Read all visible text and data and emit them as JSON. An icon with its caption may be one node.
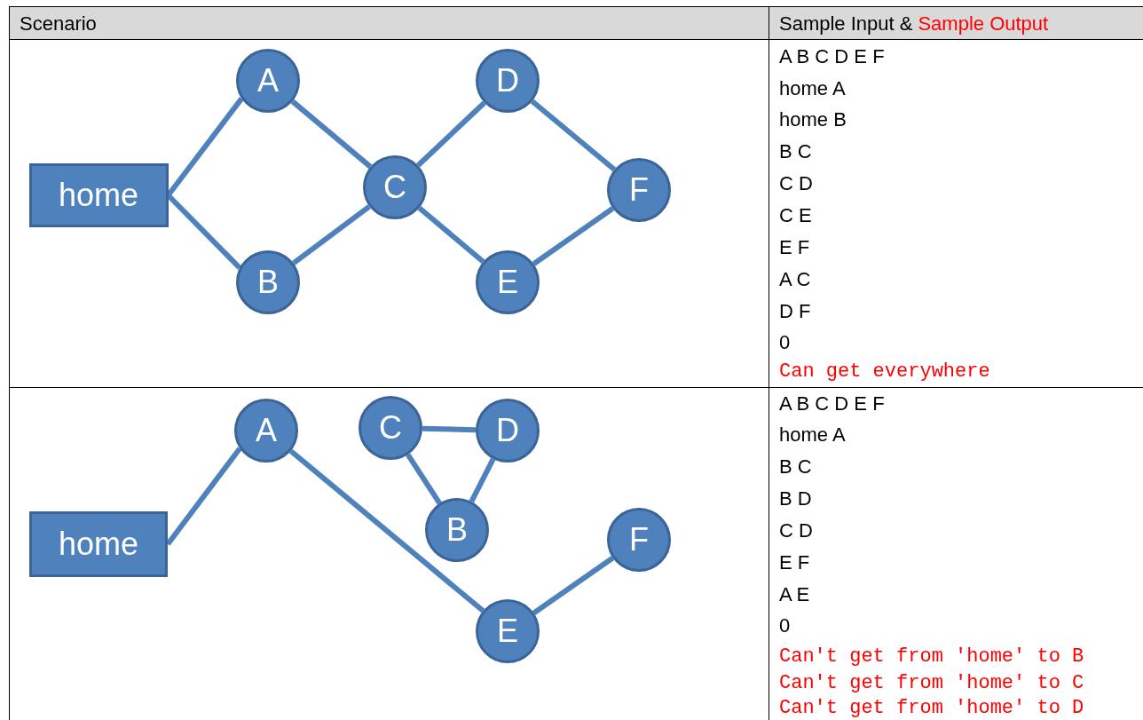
{
  "diagram": {
    "nodes": [
      {
        "text": [
          "home"
        ]
      },
      {
        "text": [
          "A"
        ]
      },
      {
        "text": [
          "B"
        ]
      },
      {
        "text": [
          "C"
        ]
      },
      {
        "text": [
          "D"
        ]
      },
      {
        "text": [
          "E"
        ]
      },
      {
        "text": [
          "F"
        ]
      },
      {
        "text": [
          "home"
        ]
      },
      {
        "text": [
          "A"
        ]
      },
      {
        "text": [
          "C"
        ]
      },
      {
        "text": [
          "D"
        ]
      },
      {
        "text": [
          "B"
        ]
      },
      {
        "text": [
          "F"
        ]
      },
      {
        "text": [
          "E"
        ]
      }
    ],
    "edges": [
      {
        "from": 0,
        "to": 1,
        "arrow": "none"
      },
      {
        "from": 0,
        "to": 2,
        "arrow": "none"
      },
      {
        "from": 1,
        "to": 3,
        "arrow": "none"
      },
      {
        "from": 2,
        "to": 3,
        "arrow": "none"
      },
      {
        "from": 3,
        "to": 4,
        "arrow": "none"
      },
      {
        "from": 3,
        "to": 5,
        "arrow": "none"
      },
      {
        "from": 4,
        "to": 6,
        "arrow": "none"
      },
      {
        "from": 5,
        "to": 6,
        "arrow": "none"
      },
      {
        "from": 7,
        "to": 8,
        "arrow": "none"
      },
      {
        "from": 8,
        "to": 13,
        "arrow": "none"
      },
      {
        "from": 13,
        "to": 12,
        "arrow": "none"
      },
      {
        "from": 9,
        "to": 10,
        "arrow": "none"
      },
      {
        "from": 9,
        "to": 11,
        "arrow": "none"
      },
      {
        "from": 10,
        "to": 11,
        "arrow": "none"
      }
    ],
    "labels": [
      "Scenario",
      "Sample Input &",
      "Sample Output",
      "A B C D E F",
      "home A",
      "home B",
      "B C",
      "C D",
      "C E",
      "E F",
      "A C",
      "D F",
      "0",
      "Can get everywhere",
      "A B C D E F",
      "home A",
      "B C",
      "B D",
      "C D",
      "E F",
      "A E",
      "0",
      "Can't get from 'home' to B",
      "Can't get from 'home' to C",
      "Can't get from 'home' to D"
    ]
  }
}
